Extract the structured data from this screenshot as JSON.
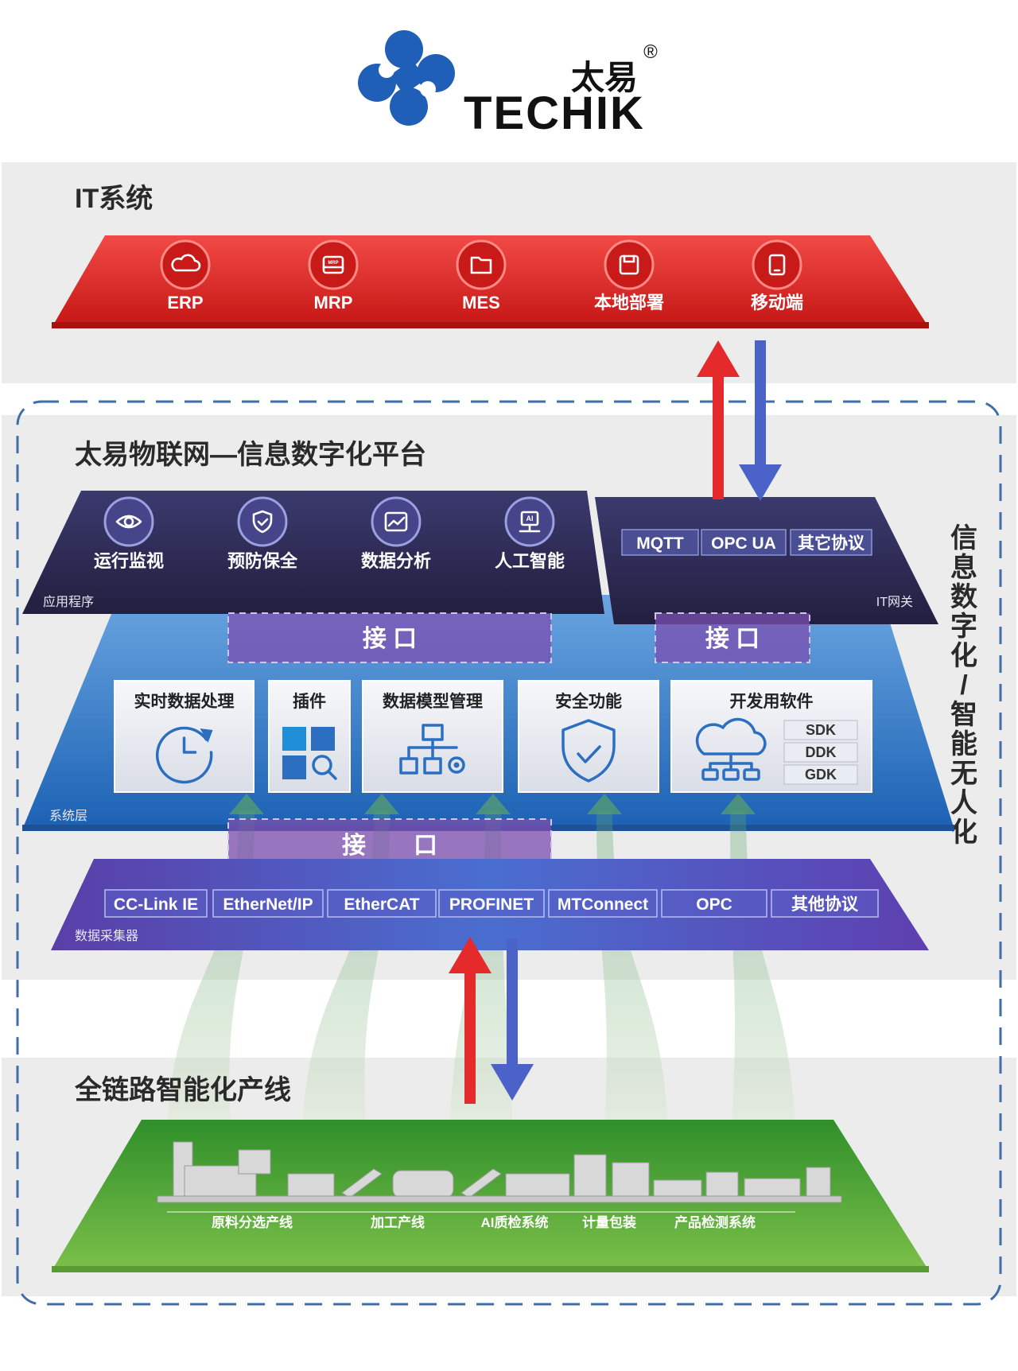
{
  "logo": {
    "cn": "太易",
    "en": "TECHIK",
    "registered": "®",
    "colors": {
      "blue": "#1f5fb8",
      "dark": "#111111"
    }
  },
  "it_system": {
    "title": "IT系统",
    "items": [
      {
        "label": "ERP",
        "icon": "cloud-icon"
      },
      {
        "label": "MRP",
        "icon": "mrp-device-icon"
      },
      {
        "label": "MES",
        "icon": "folder-icon"
      },
      {
        "label": "本地部署",
        "icon": "floppy-disk-icon"
      },
      {
        "label": "移动端",
        "icon": "tablet-icon"
      }
    ]
  },
  "platform": {
    "title": "太易物联网—信息数字化平台",
    "side_label": "信息数字化/智能无人化",
    "applications": {
      "tag": "应用程序",
      "items": [
        {
          "label": "运行监视",
          "icon": "eye-icon"
        },
        {
          "label": "预防保全",
          "icon": "shield-check-icon"
        },
        {
          "label": "数据分析",
          "icon": "chart-image-icon"
        },
        {
          "label": "人工智能",
          "icon": "ai-chip-icon"
        }
      ]
    },
    "it_gateway": {
      "tag": "IT网关",
      "protocols": [
        "MQTT",
        "OPC UA",
        "其它协议"
      ]
    },
    "interface_label": "接 口",
    "interface_label_wide": "接　　口",
    "system_layer": {
      "tag": "系统层",
      "modules": [
        {
          "title": "实时数据处理",
          "icon": "clock-refresh-icon"
        },
        {
          "title": "插件",
          "icon": "plugin-grid-icon"
        },
        {
          "title": "数据模型管理",
          "icon": "data-model-icon"
        },
        {
          "title": "安全功能",
          "icon": "security-shield-icon"
        },
        {
          "title": "开发用软件",
          "icon": "cloud-network-icon",
          "kits": [
            "SDK",
            "DDK",
            "GDK"
          ]
        }
      ]
    },
    "collector": {
      "tag": "数据采集器",
      "protocols": [
        "CC-Link IE",
        "EtherNet/IP",
        "EtherCAT",
        "PROFINET",
        "MTConnect",
        "OPC",
        "其他协议"
      ]
    }
  },
  "production": {
    "title": "全链路智能化产线",
    "stations": [
      "原料分选产线",
      "加工产线",
      "AI质检系统",
      "计量包装",
      "产品检测系统"
    ]
  },
  "colors": {
    "it_band": "#e7201f",
    "app_band": "#33305a",
    "system_band": "#2f7ac8",
    "collector_band": "#5845b0",
    "production_band": "#46a232",
    "arrow_up": "#e42a2a",
    "arrow_down": "#4b63c8"
  }
}
